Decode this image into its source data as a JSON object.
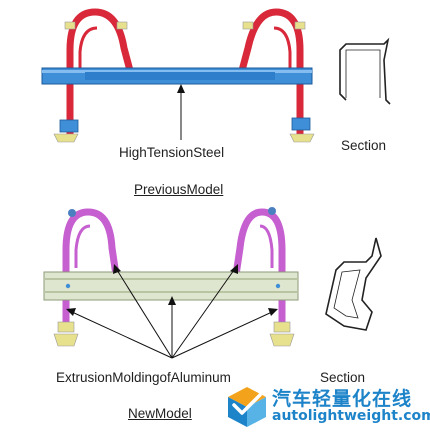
{
  "previous": {
    "material_label": "HighTensionSteel",
    "section_label": "Section",
    "model_caption": "PreviousModel"
  },
  "new": {
    "material_label": "ExtrusionMoldingofAluminum",
    "section_label": "Section",
    "model_caption": "NewModel"
  },
  "watermark": {
    "name_cn": "汽车轻量化在线",
    "url": "autolightweight.com"
  },
  "colors": {
    "steel_tube": "#d8283a",
    "steel_bar": "#3f8fd8",
    "aluminum_tube": "#c65fcf",
    "aluminum_bar": "#dfe6cf",
    "bracket": "#e7e08c",
    "brand": "#1e84c9"
  }
}
